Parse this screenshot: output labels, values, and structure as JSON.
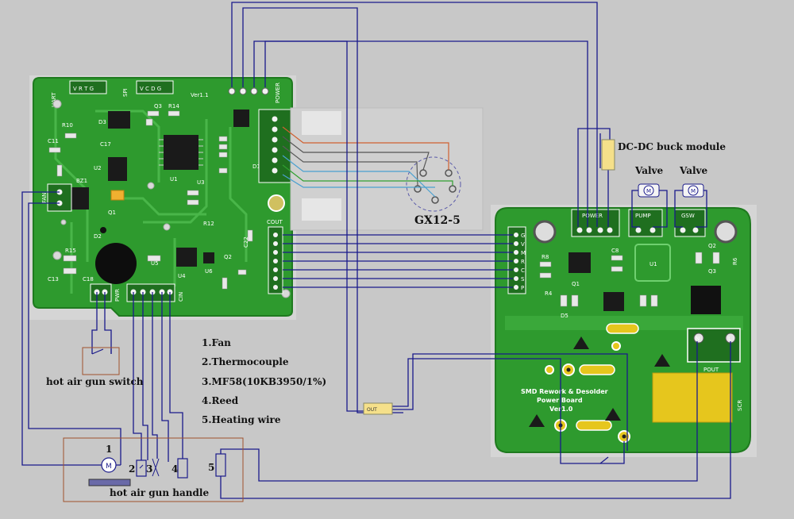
{
  "labels": {
    "buck": "DC-DC buck module",
    "valve1": "Valve",
    "valve2": "Valve",
    "gx12": "GX12-5",
    "switch": "hot air gun switch",
    "handle": "hot air gun handle",
    "legend": [
      "1.Fan",
      "2.Thermocouple",
      "3.MF58(10KB3950/1%)",
      "4.Reed",
      "5.Heating wire"
    ],
    "handle_nums": [
      "1",
      "2",
      "3",
      "4",
      "5"
    ]
  },
  "pcb_left": {
    "headers": [
      "UART",
      "V R T G",
      "SPI",
      "V C D G",
      "POWER",
      "Ver1.1",
      "CIN",
      "PWR",
      "COUT",
      "FAN",
      "POWER"
    ],
    "parts": [
      "U1",
      "U2",
      "U3",
      "U4",
      "U5",
      "U6",
      "Q1",
      "Q2",
      "Q3",
      "R10",
      "R12",
      "R14",
      "R15",
      "C11",
      "C13",
      "C17",
      "C18",
      "C22",
      "D1",
      "D2",
      "D3",
      "BZ1"
    ]
  },
  "pcb_right": {
    "title": "SMD Rework & Desolder",
    "subtitle": "Power Board",
    "version": "Ver1.0",
    "headers": [
      "POWER",
      "PUMP",
      "GSW",
      "POUT",
      "SCR"
    ],
    "parts": [
      "U1",
      "Q1",
      "Q2",
      "Q3",
      "R4",
      "R6",
      "R8",
      "C8",
      "D5"
    ]
  },
  "connectors": {
    "cout_pins": [
      "G",
      "V",
      "M",
      "R",
      "C",
      "S",
      "P"
    ],
    "fuse": "OUT"
  }
}
